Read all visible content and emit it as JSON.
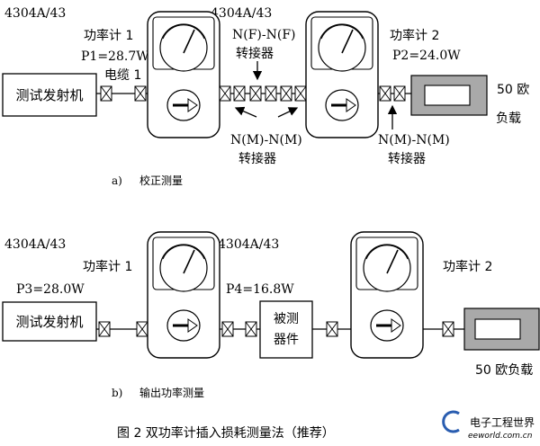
{
  "diagram_a": {
    "left_model": "4304A/43",
    "mid_model": "4304A/43",
    "meter1_label": "功率计 1",
    "p1": "P1=28.7W",
    "cable": "电缆 1",
    "transmitter": "测试发射机",
    "adapter_ff": "N(F)-N(F)",
    "adapter_label": "转接器",
    "adapter_mm": "N(M)-N(M)",
    "meter2_label": "功率计 2",
    "p2": "P2=24.0W",
    "load_line1": "50 欧",
    "load_line2": "负载",
    "caption_letter": "a)",
    "caption": "校正测量"
  },
  "diagram_b": {
    "left_model": "4304A/43",
    "mid_model": "4304A/43",
    "meter1_label": "功率计 1",
    "p3": "P3=28.0W",
    "p4": "P4=16.8W",
    "transmitter": "测试发射机",
    "dut_line1": "被测",
    "dut_line2": "器件",
    "meter2_label": "功率计 2",
    "load": "50 欧负载",
    "caption_letter": "b)",
    "caption": "输出功率测量"
  },
  "figure_caption": "图 2    双功率计插入损耗测量法（推荐）",
  "watermark": {
    "name": "电子工程世界",
    "url": "eeworld.com.cn"
  }
}
